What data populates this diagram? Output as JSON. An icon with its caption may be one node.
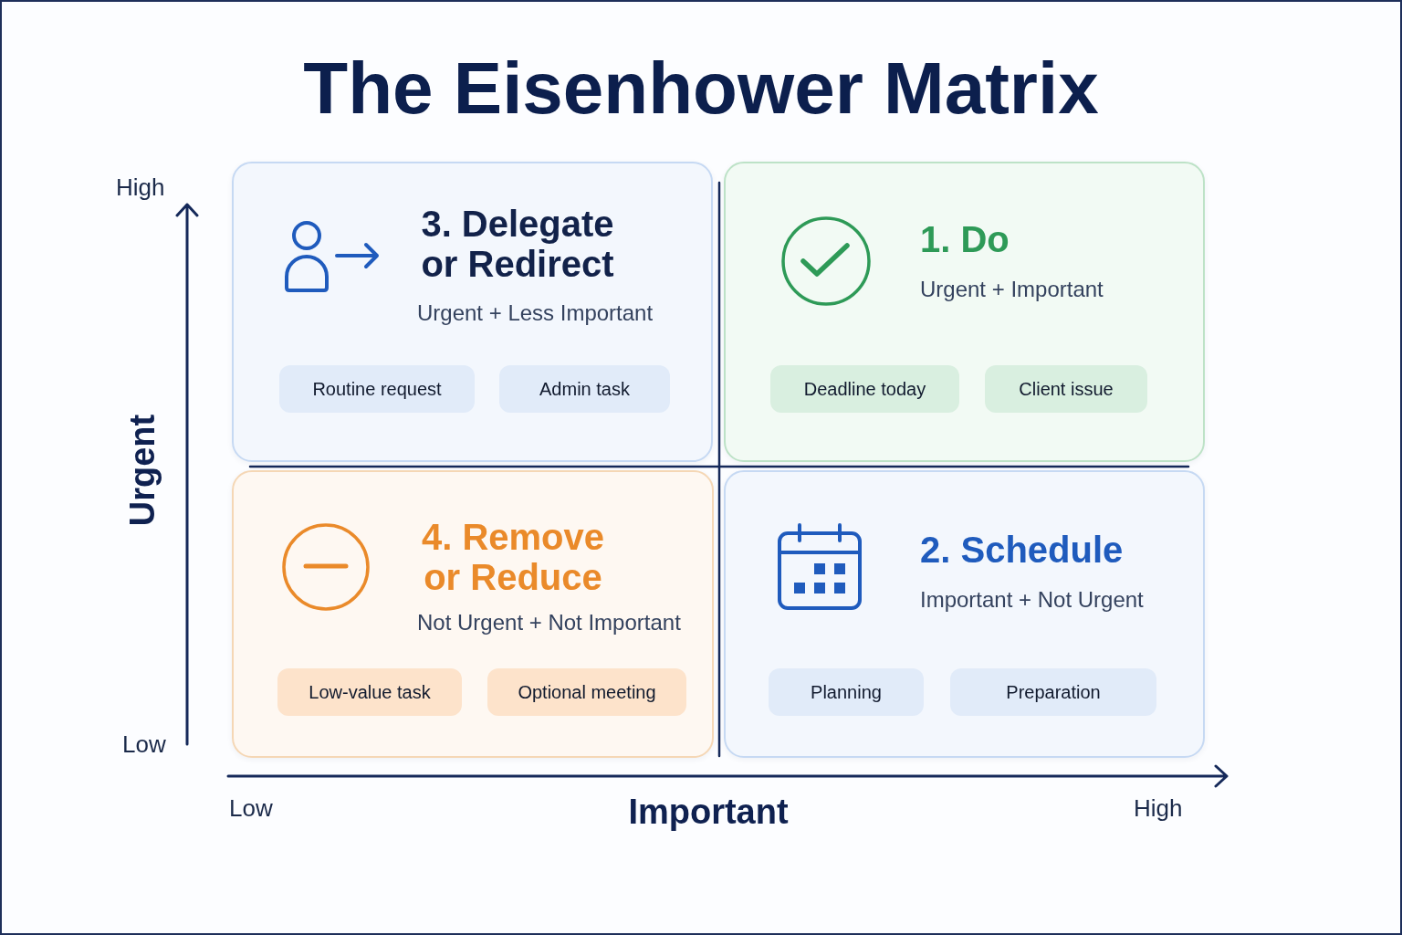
{
  "diagram": {
    "title": "The Eisenhower Matrix",
    "nodes": [
      {
        "text": [
          "3. Delegate or Redirect",
          "Urgent + Less Important"
        ]
      },
      {
        "text": [
          "Routine request"
        ],
        "in": 0
      },
      {
        "text": [
          "Admin task"
        ],
        "in": 0
      },
      {
        "text": [
          "1. Do",
          "Urgent + Important"
        ]
      },
      {
        "text": [
          "Deadline today"
        ],
        "in": 3
      },
      {
        "text": [
          "Client issue"
        ],
        "in": 3
      },
      {
        "text": [
          "4. Remove or Reduce",
          "Not Urgent + Not Important"
        ]
      },
      {
        "text": [
          "Low-value task"
        ],
        "in": 6
      },
      {
        "text": [
          "Optional meeting"
        ],
        "in": 6
      },
      {
        "text": [
          "2. Schedule",
          "Important + Not Urgent"
        ]
      },
      {
        "text": [
          "Planning"
        ],
        "in": 9
      },
      {
        "text": [
          "Preparation"
        ],
        "in": 9
      }
    ],
    "labels": [
      "High",
      "Urgent",
      "Low",
      "Low",
      "Important",
      "High"
    ]
  }
}
